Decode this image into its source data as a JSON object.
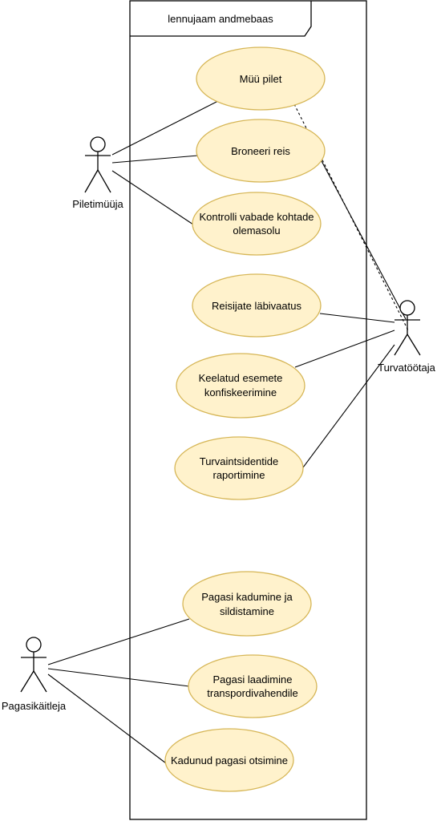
{
  "system": {
    "title": "lennujaam andmebaas"
  },
  "actors": {
    "ticket_seller": "Piletimüüja",
    "security_officer": "Turvatöötaja",
    "baggage_handler": "Pagasikäitleja"
  },
  "use_cases": [
    {
      "id": "sell_ticket",
      "lines": [
        "Müü pilet"
      ]
    },
    {
      "id": "book_trip",
      "lines": [
        "Broneeri reis"
      ]
    },
    {
      "id": "check_seats",
      "lines": [
        "Kontrolli vabade kohtade",
        "olemasolu"
      ]
    },
    {
      "id": "passenger_screening",
      "lines": [
        "Reisijate läbivaatus"
      ]
    },
    {
      "id": "confiscation",
      "lines": [
        "Keelatud esemete",
        "konfiskeerimine"
      ]
    },
    {
      "id": "incident_report",
      "lines": [
        "Turvaintsidentide",
        "raportimine"
      ]
    },
    {
      "id": "baggage_tagging",
      "lines": [
        "Pagasi kadumine ja",
        "sildistamine"
      ]
    },
    {
      "id": "baggage_loading",
      "lines": [
        "Pagasi laadimine",
        "transpordivahendile"
      ]
    },
    {
      "id": "lost_baggage",
      "lines": [
        "Kadunud pagasi otsimine"
      ]
    }
  ],
  "colors": {
    "usecase_fill": "#fff2cc",
    "usecase_stroke": "#d6b656",
    "line": "#000000"
  }
}
